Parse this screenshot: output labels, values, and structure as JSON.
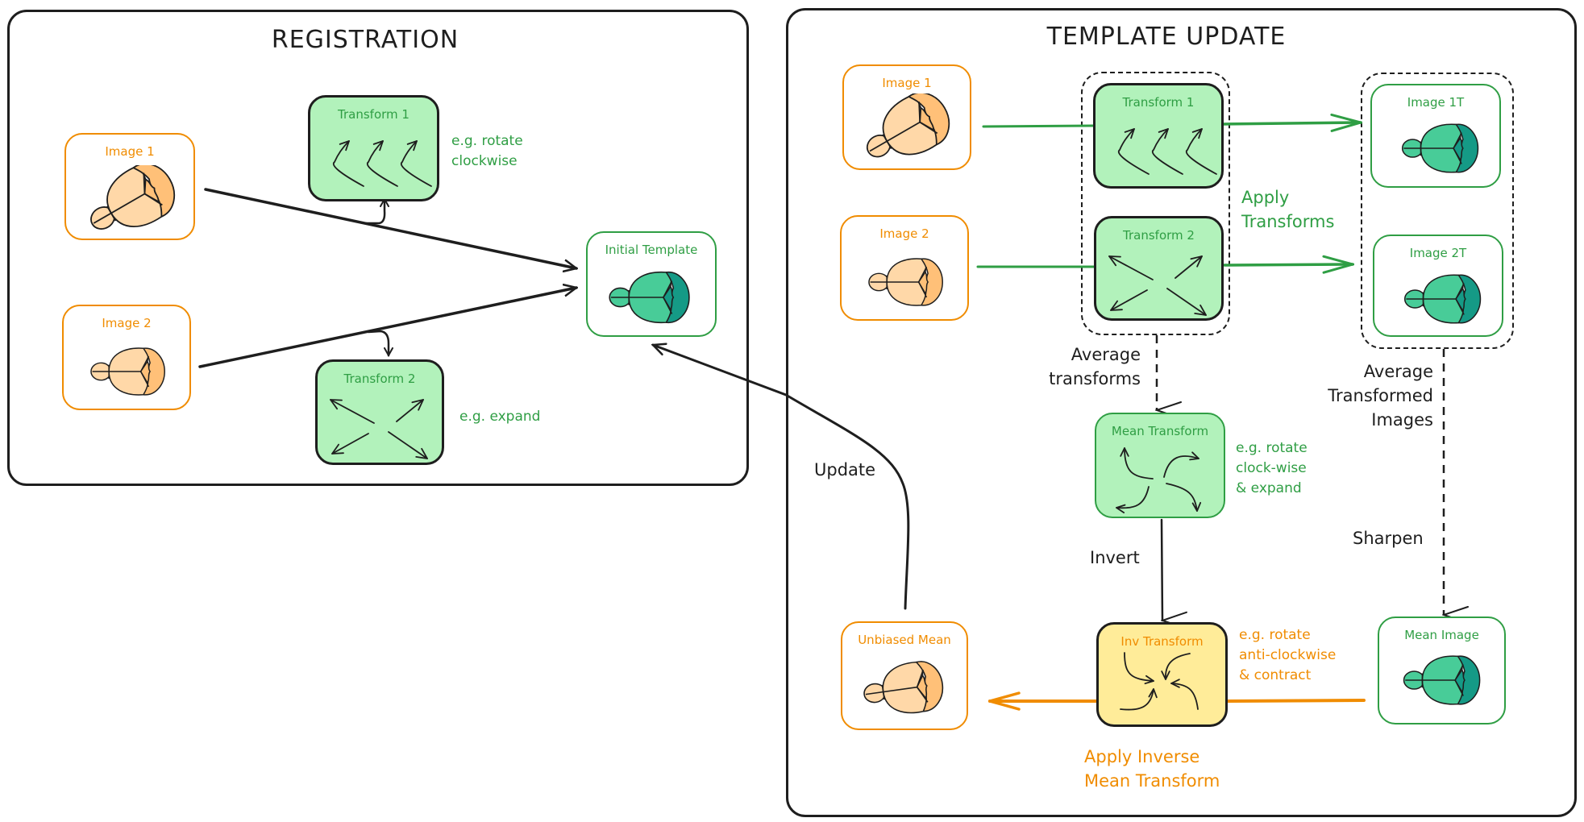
{
  "colors": {
    "ink": "#1e1e1e",
    "green": "#2f9e44",
    "orange": "#f08c00",
    "transform_fill": "#b2f2bb",
    "inverse_fill": "#ffec99",
    "brain_orange_light": "#ffd8a8",
    "brain_orange_dark": "#ffc078",
    "brain_teal_light": "#48cc98",
    "brain_teal_dark": "#159a86"
  },
  "registration": {
    "title": "REGISTRATION",
    "image1": {
      "label": "Image 1",
      "icon": "brain-icon"
    },
    "image2": {
      "label": "Image 2",
      "icon": "brain-icon"
    },
    "transform1": {
      "label": "Transform 1",
      "icon": "curved-arrows-icon",
      "note": [
        "e.g. rotate",
        "clockwise"
      ]
    },
    "transform2": {
      "label": "Transform 2",
      "icon": "expand-arrows-icon",
      "note": [
        "e.g. expand"
      ]
    },
    "initial_template": {
      "label": "Initial Template",
      "icon": "brain-icon"
    }
  },
  "update_edge": {
    "label": "Update"
  },
  "template_update": {
    "title": "TEMPLATE UPDATE",
    "image1": {
      "label": "Image 1",
      "icon": "brain-icon"
    },
    "image2": {
      "label": "Image 2",
      "icon": "brain-icon"
    },
    "transform1": {
      "label": "Transform 1",
      "icon": "curved-arrows-icon"
    },
    "transform2": {
      "label": "Transform 2",
      "icon": "expand-arrows-icon"
    },
    "apply_transforms": [
      "Apply",
      "Transforms"
    ],
    "image1t": {
      "label": "Image 1T",
      "icon": "brain-icon"
    },
    "image2t": {
      "label": "Image 2T",
      "icon": "brain-icon"
    },
    "average_transforms": [
      "Average",
      "transforms"
    ],
    "average_transformed_images": [
      "Average",
      "Transformed",
      "Images"
    ],
    "mean_transform": {
      "label": "Mean Transform",
      "icon": "swirl-out-arrows-icon",
      "note": [
        "e.g. rotate",
        "clock-wise",
        "& expand"
      ]
    },
    "invert": "Invert",
    "sharpen": "Sharpen",
    "inv_transform": {
      "label": "Inv Transform",
      "icon": "swirl-in-arrows-icon",
      "note": [
        "e.g. rotate",
        "anti-clockwise",
        "& contract"
      ]
    },
    "mean_image": {
      "label": "Mean Image",
      "icon": "brain-icon"
    },
    "unbiased_mean": {
      "label": "Unbiased Mean",
      "icon": "brain-icon"
    },
    "apply_inverse": [
      "Apply Inverse",
      "Mean Transform"
    ]
  }
}
